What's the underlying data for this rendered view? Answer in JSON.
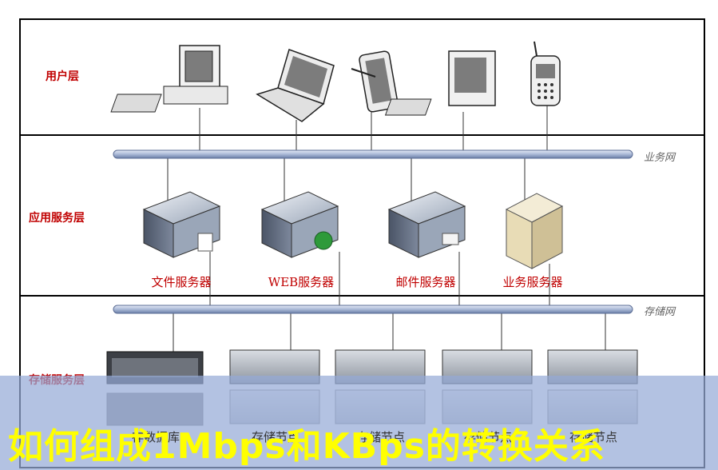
{
  "layers": {
    "user": "用户层",
    "app": "应用服务层",
    "storage": "存储服务层"
  },
  "networks": {
    "business": "业务网",
    "storage": "存储网"
  },
  "servers": [
    "文件服务器",
    "WEB服务器",
    "邮件服务器",
    "业务服务器"
  ],
  "storage_nodes": [
    "存储节点",
    "存储节点",
    "存储节点",
    "存储节点"
  ],
  "storage_db_label": "存数据库",
  "banner": "如何组成1Mbps和KBps的转换关系",
  "colors": {
    "label_red": "#c00000",
    "banner_text": "#ffff00",
    "bus": "#a9b8d6"
  }
}
